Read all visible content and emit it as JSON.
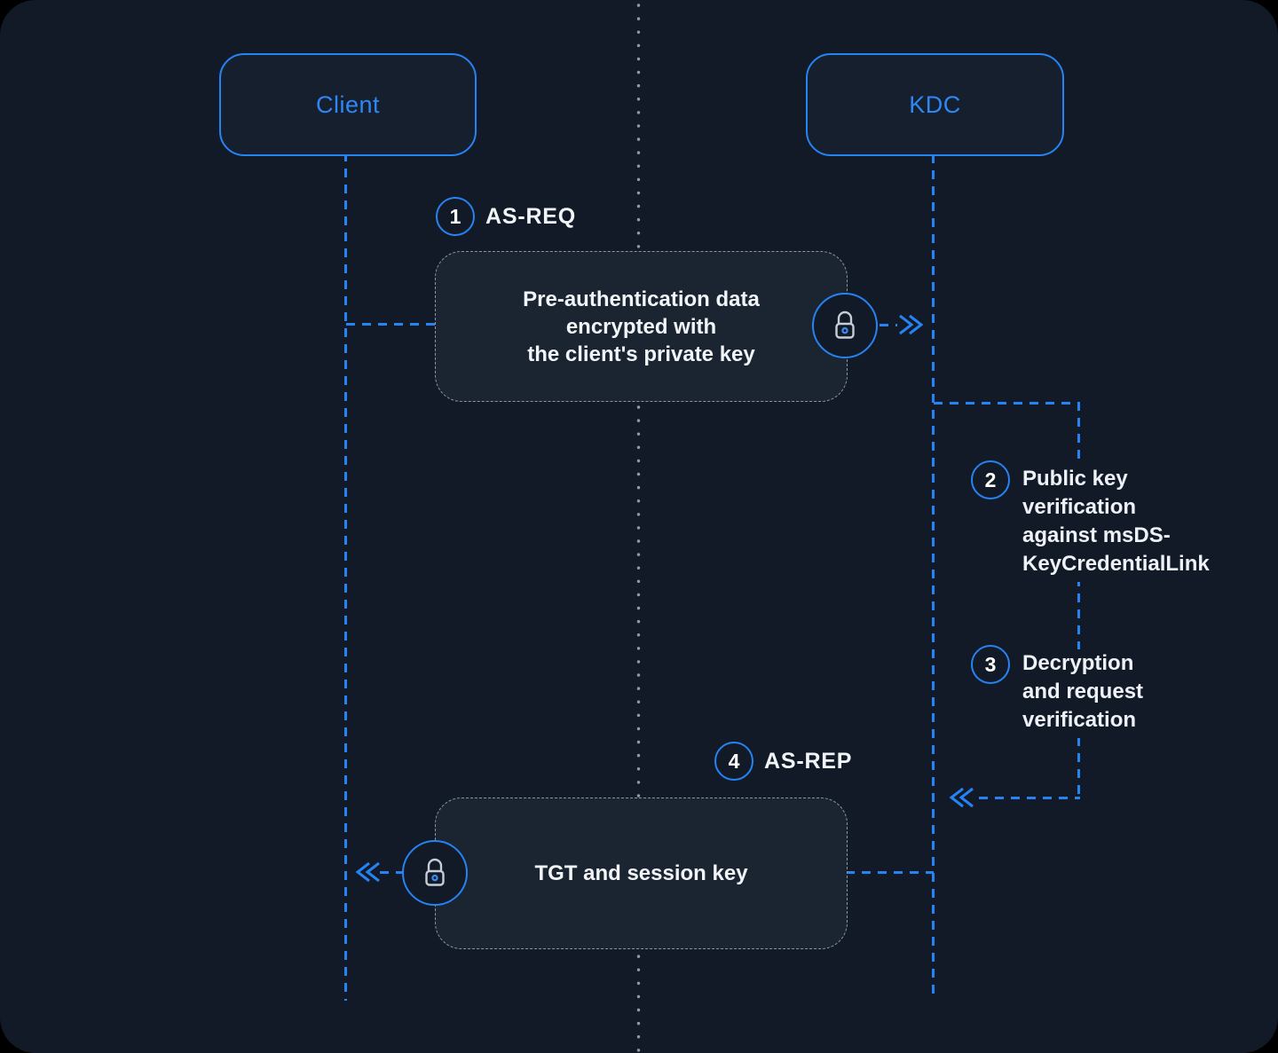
{
  "actors": [
    {
      "label": "Client"
    },
    {
      "label": "KDC"
    }
  ],
  "flow": {
    "steps": [
      {
        "number": "1",
        "label": "AS-REQ"
      },
      {
        "number": "2",
        "lines": [
          "Public key",
          "verification",
          "against msDS-",
          "KeyCredentialLink"
        ]
      },
      {
        "number": "3",
        "lines": [
          "Decryption",
          "and request",
          "verification"
        ]
      },
      {
        "number": "4",
        "label": "AS-REP"
      }
    ],
    "messages": {
      "pre_auth": {
        "lines": [
          "Pre-authentication data",
          "encrypted with",
          "the client's private key"
        ]
      },
      "tgt": {
        "lines": [
          "TGT and session key"
        ]
      }
    }
  },
  "icons": {
    "lock": "padlock-icon",
    "chevron_right": "double-chevron-right",
    "chevron_left": "double-chevron-left"
  },
  "colors": {
    "background": "#121a27",
    "outer_corner": "#000000",
    "accent_blue": "#2583f4",
    "actor_label_blue": "#2e87f6",
    "text_white": "#f2f5f8",
    "actor_surface": "#161f2d",
    "message_surface": "#1b2532",
    "dashed_border_gray": "#8a94a2",
    "divider_dots": "#9aa8bf",
    "lock_stroke": "#c6cdd8"
  }
}
